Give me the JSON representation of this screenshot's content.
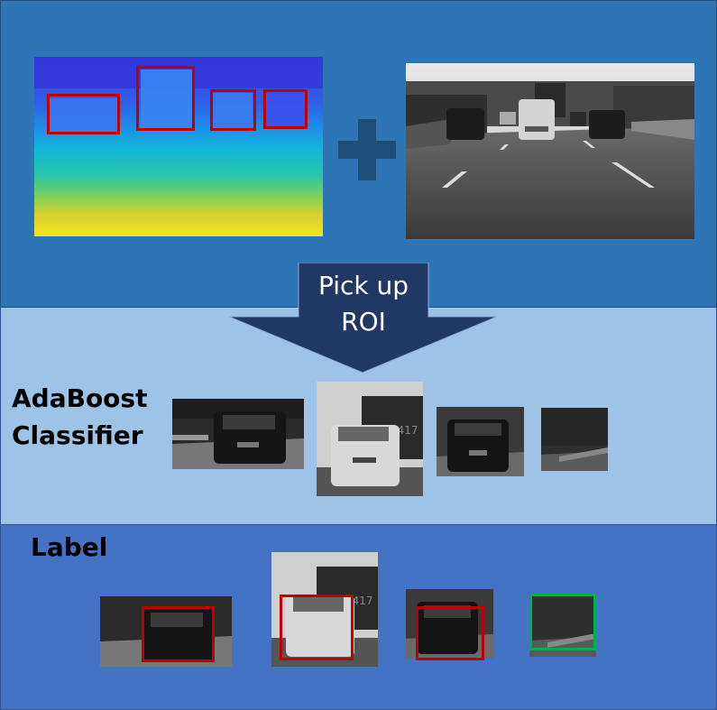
{
  "arrow": {
    "line1": "Pick up",
    "line2": "ROI"
  },
  "classifier": {
    "line1": "AdaBoost",
    "line2": "Classifier"
  },
  "label": {
    "title": "Label"
  },
  "colors": {
    "top_band": "#2e75b6",
    "mid_band": "#9dc3e6",
    "bottom_band": "#4472c4",
    "arrow": "#1f3864",
    "plus": "#1f4e79",
    "positive_box": "#c00000",
    "negative_box": "#00b050"
  }
}
